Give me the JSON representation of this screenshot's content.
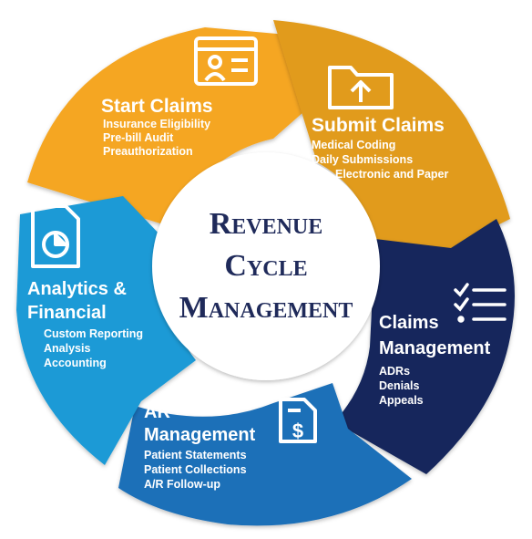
{
  "center": {
    "line1": "Revenue",
    "line2": "Cycle",
    "line3": "Management"
  },
  "colors": {
    "start_claims": "#f5a623",
    "submit_claims": "#e19b1d",
    "claims_management": "#12275c",
    "ar_management": "#1f6fb8",
    "analytics": "#1a9ad6",
    "center_text": "#1f2a5a"
  },
  "segments": {
    "start_claims": {
      "icon": "id-card-icon",
      "title": "Start Claims",
      "items": [
        "Insurance Eligibility",
        "Pre-bill Audit",
        "Preauthorization"
      ]
    },
    "submit_claims": {
      "icon": "folder-upload-icon",
      "title": "Submit Claims",
      "items": [
        "Medical Coding",
        "Daily Submissions",
        "Electronic and Paper"
      ]
    },
    "claims_management": {
      "icon": "checklist-icon",
      "title_line1": "Claims",
      "title_line2": "Management",
      "items": [
        "ADRs",
        "Denials",
        "Appeals"
      ]
    },
    "ar_management": {
      "icon": "dollar-document-icon",
      "title_line1": "AR",
      "title_line2": "Management",
      "items": [
        "Patient Statements",
        "Patient Collections",
        "A/R Follow-up"
      ]
    },
    "analytics": {
      "icon": "pie-chart-document-icon",
      "title_line1": "Analytics &",
      "title_line2": "Financial",
      "items": [
        "Custom Reporting",
        "Analysis",
        "Accounting"
      ]
    }
  }
}
